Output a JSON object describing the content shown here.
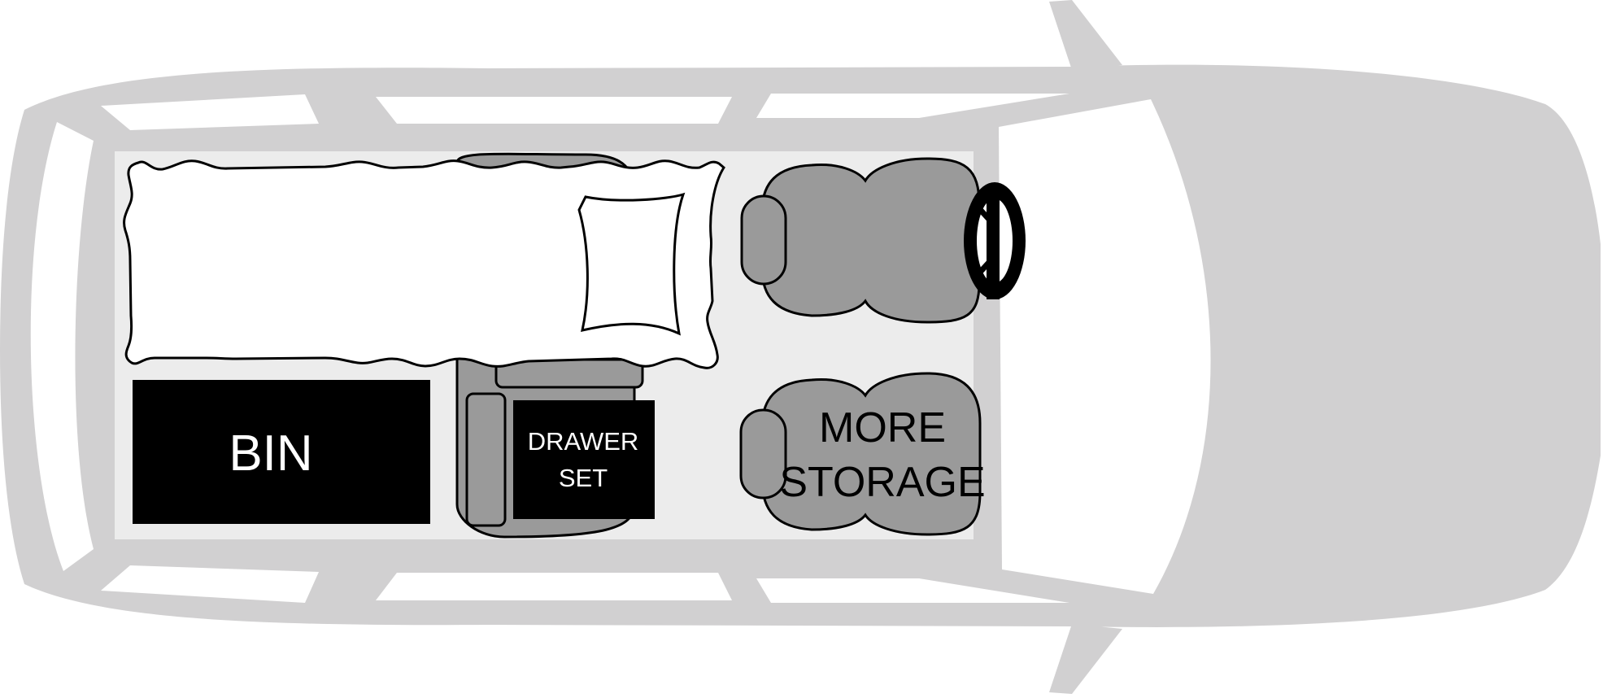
{
  "labels": {
    "bin": "BIN",
    "drawer_set_line1": "DRAWER",
    "drawer_set_line2": "SET",
    "more_storage_line1": "MORE",
    "more_storage_line2": "STORAGE"
  },
  "colors": {
    "car_body": "#d1d0d1",
    "windows": "#ffffff",
    "cargo_floor": "#ececec",
    "seats": "#9a9a9a",
    "outline": "#000000",
    "storage_box": "#000000",
    "label_on_dark": "#ffffff",
    "label_on_seat": "#000000"
  }
}
